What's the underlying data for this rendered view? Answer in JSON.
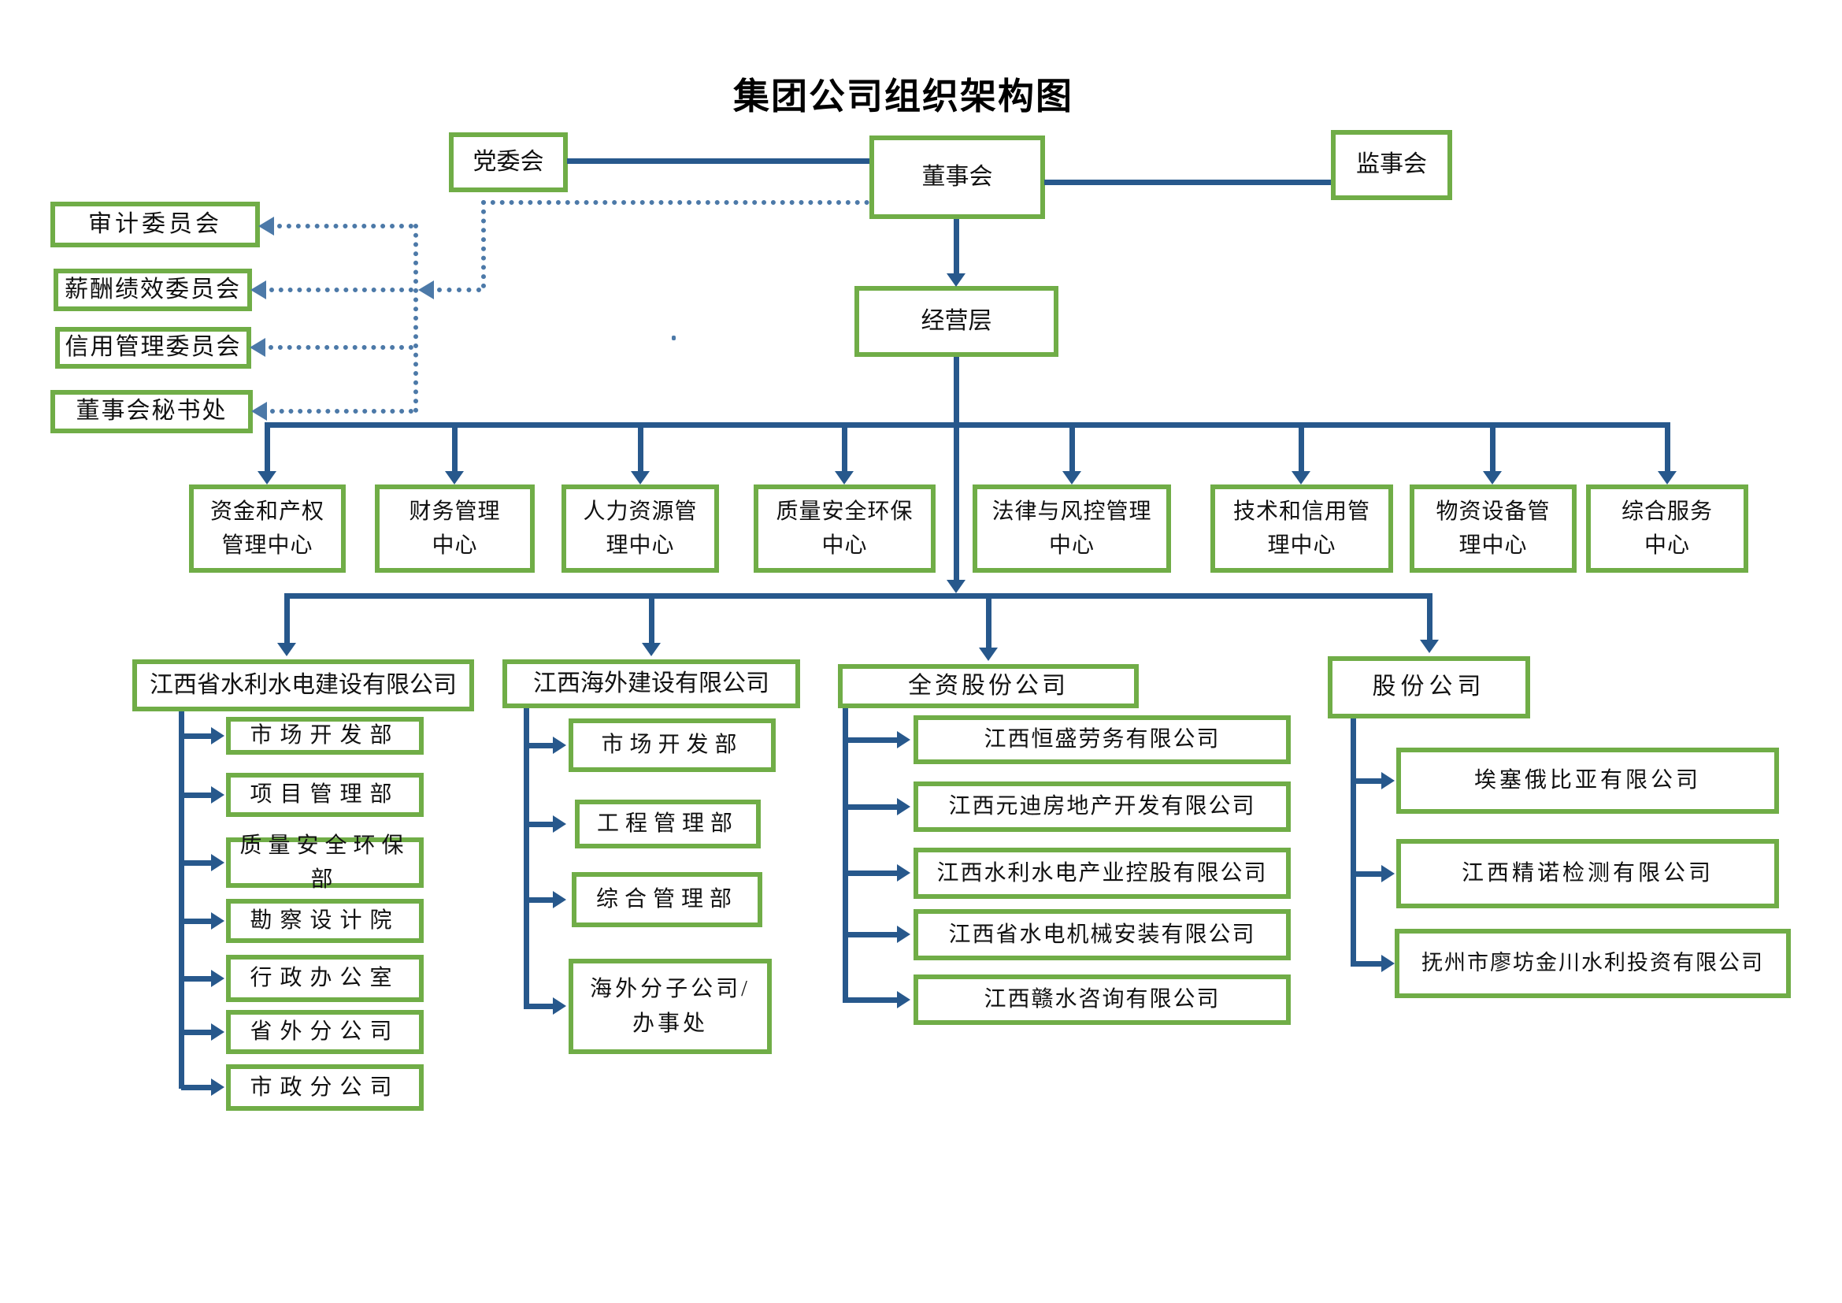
{
  "title": "集团公司组织架构图",
  "top": {
    "party_committee": "党委会",
    "board": "董事会",
    "supervisory_board": "监事会",
    "management": "经营层"
  },
  "committees": [
    "审计委员会",
    "薪酬绩效委员会",
    "信用管理委员会",
    "董事会秘书处"
  ],
  "centers": [
    "资金和产权\n管理中心",
    "财务管理\n中心",
    "人力资源管\n理中心",
    "质量安全环保\n中心",
    "法律与风控管理\n中心",
    "技术和信用管\n理中心",
    "物资设备管\n理中心",
    "综合服务\n中心"
  ],
  "groups": [
    {
      "parent": "江西省水利水电建设有限公司",
      "children": [
        "市场开发部",
        "项目管理部",
        "质量安全环保部",
        "勘察设计院",
        "行政办公室",
        "省外分公司",
        "市政分公司"
      ]
    },
    {
      "parent": "江西海外建设有限公司",
      "children": [
        "市场开发部",
        "工程管理部",
        "综合管理部",
        "海外分子公司/\n办事处"
      ]
    },
    {
      "parent": "全资股份公司",
      "children": [
        "江西恒盛劳务有限公司",
        "江西元迪房地产开发有限公司",
        "江西水利水电产业控股有限公司",
        "江西省水电机械安装有限公司",
        "江西赣水咨询有限公司"
      ]
    },
    {
      "parent": "股份公司",
      "children": [
        "埃塞俄比亚有限公司",
        "江西精诺检测有限公司",
        "抚州市廖坊金川水利投资有限公司"
      ]
    }
  ],
  "colors": {
    "box_border": "#70AD47",
    "solid_line": "#27588C",
    "dotted_line": "#4C79A8",
    "text": "#111111"
  }
}
